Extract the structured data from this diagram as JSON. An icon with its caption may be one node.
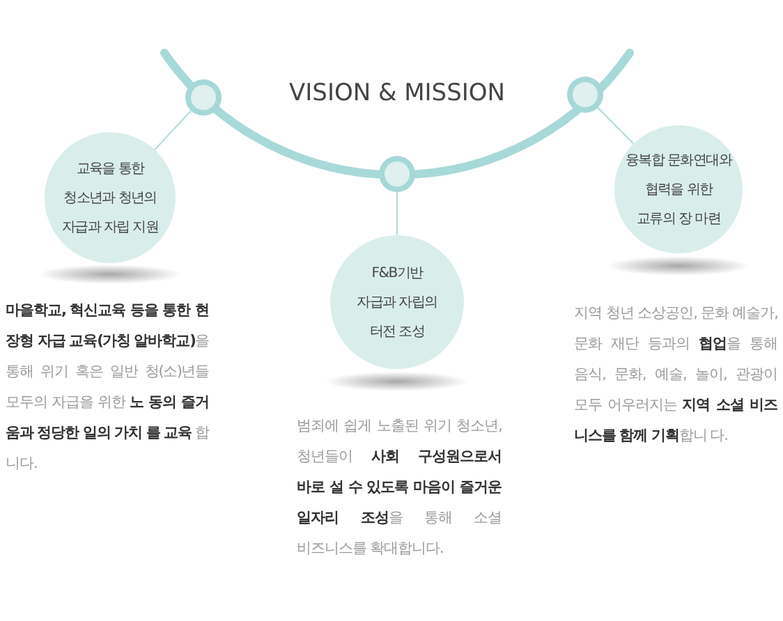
{
  "diagram": {
    "title": "VISION & MISSION",
    "nodes": [
      {
        "text": [
          "교육을 통한 청소년과 청년의 자급과 자립 지원"
        ],
        "beside": [
          "**마을학교, 혁신교육 등을 통한 현장형 자급 교육(가칭 알바학교)**을 통해 위기 혹은 일반 청(소)년들 모두의 자급을 위한 **노 동의 즐거움과 정당한 일의 가치 를 교육** 합니다."
        ]
      },
      {
        "text": [
          "F&B기반 자급과 자립의 터전 조성"
        ],
        "beside": [
          "범죄에 쉽게 노출된 위기 청소년, 청년들이 **사회 구성원으로서 바로 설 수 있도록 마음이 즐거운 일자리 조성**을 통해 소셜 비즈니스를 확대합니다."
        ]
      },
      {
        "text": [
          "융복합 문화연대와 협력을 위한 교류의 장 마련"
        ],
        "beside": [
          "지역 청년 소상공인, 문화 예술가, 문화 재단 등과의 **협업**을 통해 음식, 문화, 예술, 놀이, 관광이 모두 어우러지는 **지역 소셜 비즈 니스를 함께 기획**합니 다."
        ]
      },
      {
        "text": [],
        "shape": "circle"
      },
      {
        "text": [],
        "shape": "circle"
      },
      {
        "text": [],
        "shape": "circle"
      }
    ],
    "edges": [
      {
        "from": 0,
        "to": 3,
        "arrow": "none"
      },
      {
        "from": 1,
        "to": 4,
        "arrow": "none"
      },
      {
        "from": 2,
        "to": 5,
        "arrow": "none"
      }
    ]
  }
}
